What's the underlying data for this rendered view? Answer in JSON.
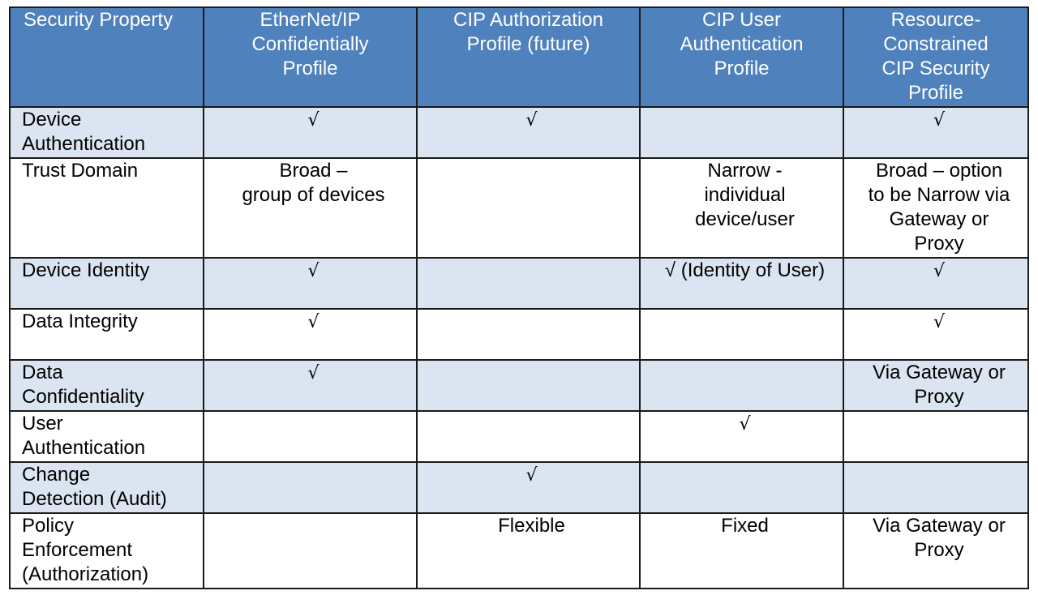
{
  "table": {
    "headers": [
      "Security Property",
      "EtherNet/IP Confidentially Profile",
      "CIP Authorization Profile (future)",
      "CIP User Authentication Profile",
      "Resource-Constrained CIP Security Profile"
    ],
    "header_lines": [
      [
        "Security Property"
      ],
      [
        "EtherNet/IP",
        "Confidentially",
        "Profile"
      ],
      [
        "CIP Authorization",
        "Profile (future)"
      ],
      [
        "CIP User",
        "Authentication",
        "Profile"
      ],
      [
        "Resource-",
        "Constrained",
        "CIP Security",
        "Profile"
      ]
    ],
    "rows": [
      {
        "property": [
          "Device",
          "Authentication"
        ],
        "cells": [
          [
            "√"
          ],
          [
            "√"
          ],
          [
            ""
          ],
          [
            "√"
          ]
        ]
      },
      {
        "property": [
          "Trust Domain"
        ],
        "cells": [
          [
            "Broad –",
            "group of devices"
          ],
          [
            ""
          ],
          [
            "Narrow -",
            "individual",
            "device/user"
          ],
          [
            "Broad – option",
            "to be Narrow via",
            "Gateway or",
            "Proxy"
          ]
        ]
      },
      {
        "property": [
          "Device Identity"
        ],
        "cells": [
          [
            "√"
          ],
          [
            ""
          ],
          [
            "√ (Identity of User)"
          ],
          [
            "√"
          ]
        ]
      },
      {
        "property": [
          "Data Integrity"
        ],
        "cells": [
          [
            "√"
          ],
          [
            ""
          ],
          [
            ""
          ],
          [
            "√"
          ]
        ]
      },
      {
        "property": [
          "Data",
          "Confidentiality"
        ],
        "cells": [
          [
            "√"
          ],
          [
            ""
          ],
          [
            ""
          ],
          [
            "Via Gateway or",
            "Proxy"
          ]
        ]
      },
      {
        "property": [
          "User",
          "Authentication"
        ],
        "cells": [
          [
            ""
          ],
          [
            ""
          ],
          [
            "√"
          ],
          [
            ""
          ]
        ]
      },
      {
        "property": [
          "Change",
          "Detection (Audit)"
        ],
        "cells": [
          [
            ""
          ],
          [
            "√"
          ],
          [
            ""
          ],
          [
            ""
          ]
        ]
      },
      {
        "property": [
          "Policy",
          "Enforcement",
          "(Authorization)"
        ],
        "cells": [
          [
            ""
          ],
          [
            "Flexible"
          ],
          [
            "Fixed"
          ],
          [
            "Via Gateway or",
            "Proxy"
          ]
        ]
      }
    ]
  },
  "colors": {
    "header_bg": "#4f81bd",
    "header_text": "#ffffff",
    "shaded_row_bg": "#dbe5f1",
    "plain_row_bg": "#ffffff",
    "border": "#1a1a1a"
  }
}
